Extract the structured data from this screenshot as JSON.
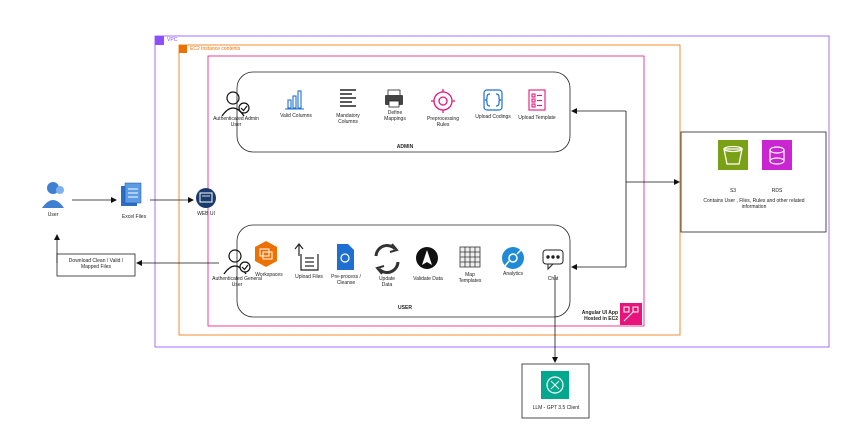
{
  "groups": {
    "vpc": "VPC",
    "ec2": "EC2 Instance contents",
    "admin": "ADMIN",
    "user": "USER"
  },
  "external": {
    "user_label": "User",
    "excel_files": "Excel Files",
    "web_ui": "WEB UI",
    "download": "Download Clean / Valid / Mapped Files"
  },
  "admin_items": [
    {
      "label": "Authenticated Admin User",
      "icon": "user-check-icon"
    },
    {
      "label": "Valid Columns",
      "icon": "bar-chart-icon"
    },
    {
      "label": "Mandatory Columns",
      "icon": "columns-icon"
    },
    {
      "label": "Define Mappings",
      "icon": "printer-icon"
    },
    {
      "label": "Preprocessing Rules",
      "icon": "gear-refresh-icon"
    },
    {
      "label": "Upload Codings",
      "icon": "code-braces-icon"
    },
    {
      "label": "Upload Template",
      "icon": "template-list-icon"
    }
  ],
  "user_items": [
    {
      "label": "Authenticated General User",
      "icon": "user-check-icon"
    },
    {
      "label": "Workspaces",
      "icon": "workspace-icon"
    },
    {
      "label": "Upload Files",
      "icon": "upload-file-icon"
    },
    {
      "label": "Pre-process / Cleanse",
      "icon": "document-gear-icon"
    },
    {
      "label": "Update Data",
      "icon": "refresh-icon"
    },
    {
      "label": "Validate Data",
      "icon": "navigate-icon"
    },
    {
      "label": "Map Templates",
      "icon": "grid-icon"
    },
    {
      "label": "Analytics",
      "icon": "analytics-icon"
    },
    {
      "label": "Chat",
      "icon": "chat-icon"
    }
  ],
  "app_label": "Angular UI App Hosted in EC2",
  "storage": {
    "s3": "S3",
    "rds": "RDS",
    "description": "Contains User , Files, Rules and other related information"
  },
  "llm": "LLM - GPT 3.5 Client",
  "colors": {
    "vpc": "#8c4fff",
    "ec2": "#ed7100",
    "app": "#e7157b",
    "s3": "#7aa116",
    "rds": "#c925d1",
    "llm": "#01a88d",
    "webui": "#1a3a6b"
  }
}
